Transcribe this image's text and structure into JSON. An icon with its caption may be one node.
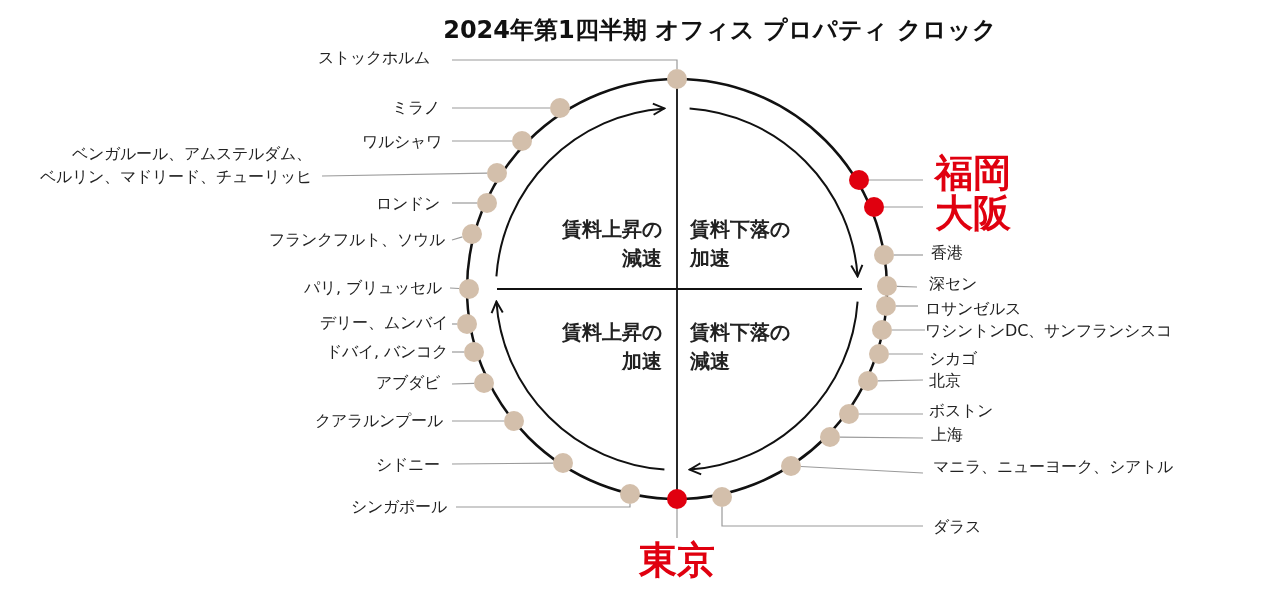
{
  "diagram": {
    "title": "2024年第1四半期 オフィス プロパティ クロック",
    "nodes": [
      {
        "text": [
          "ストックホルム"
        ]
      },
      {
        "text": [],
        "shape": "circle"
      },
      {
        "text": [
          "ミラノ"
        ]
      },
      {
        "text": [],
        "shape": "circle"
      },
      {
        "text": [
          "ワルシャワ"
        ]
      },
      {
        "text": [],
        "shape": "circle"
      },
      {
        "text": [
          "ベンガルール、アムステルダム、ベルリン、マドリード、チューリッヒ"
        ]
      },
      {
        "text": [],
        "shape": "circle"
      },
      {
        "text": [
          "ロンドン"
        ]
      },
      {
        "text": [],
        "shape": "circle"
      },
      {
        "text": [
          "フランクフルト、ソウル"
        ]
      },
      {
        "text": [],
        "shape": "circle"
      },
      {
        "text": [
          "パリ, ブリュッセル"
        ]
      },
      {
        "text": [],
        "shape": "circle"
      },
      {
        "text": [
          "デリー、ムンバイ"
        ]
      },
      {
        "text": [],
        "shape": "circle"
      },
      {
        "text": [
          "ドバイ, バンコク"
        ]
      },
      {
        "text": [],
        "shape": "circle"
      },
      {
        "text": [
          "アブダビ"
        ]
      },
      {
        "text": [],
        "shape": "circle"
      },
      {
        "text": [
          "クアラルンプール"
        ]
      },
      {
        "text": [],
        "shape": "circle"
      },
      {
        "text": [
          "シドニー"
        ]
      },
      {
        "text": [],
        "shape": "circle"
      },
      {
        "text": [
          "シンガポール"
        ]
      },
      {
        "text": [],
        "shape": "circle"
      },
      {
        "text": [
          "東京"
        ]
      },
      {
        "text": [],
        "shape": "circle"
      },
      {
        "text": [
          "福岡"
        ]
      },
      {
        "text": [],
        "shape": "circle"
      },
      {
        "text": [
          "大阪"
        ]
      },
      {
        "text": [],
        "shape": "circle"
      },
      {
        "text": [
          "香港"
        ]
      },
      {
        "text": [],
        "shape": "circle"
      },
      {
        "text": [
          "深セン"
        ]
      },
      {
        "text": [],
        "shape": "circle"
      },
      {
        "text": [
          "ロサンゼルス"
        ]
      },
      {
        "text": [],
        "shape": "circle"
      },
      {
        "text": [
          "ワシントンDC、サンフランシスコ"
        ]
      },
      {
        "text": [],
        "shape": "circle"
      },
      {
        "text": [
          "シカゴ"
        ]
      },
      {
        "text": [],
        "shape": "circle"
      },
      {
        "text": [
          "北京"
        ]
      },
      {
        "text": [],
        "shape": "circle"
      },
      {
        "text": [
          "ボストン"
        ]
      },
      {
        "text": [],
        "shape": "circle"
      },
      {
        "text": [
          "上海"
        ]
      },
      {
        "text": [],
        "shape": "circle"
      },
      {
        "text": [
          "マニラ、ニューヨーク、シアトル"
        ]
      },
      {
        "text": [],
        "shape": "circle"
      },
      {
        "text": [
          "ダラス"
        ]
      },
      {
        "text": [],
        "shape": "circle"
      }
    ],
    "edges": [
      {
        "from": 0,
        "to": 1,
        "arrow": "none"
      },
      {
        "from": 2,
        "to": 3,
        "arrow": "none"
      },
      {
        "from": 4,
        "to": 5,
        "arrow": "none"
      },
      {
        "from": 6,
        "to": 7,
        "arrow": "none"
      },
      {
        "from": 8,
        "to": 9,
        "arrow": "none"
      },
      {
        "from": 10,
        "to": 11,
        "arrow": "none"
      },
      {
        "from": 12,
        "to": 13,
        "arrow": "none"
      },
      {
        "from": 14,
        "to": 15,
        "arrow": "none"
      },
      {
        "from": 16,
        "to": 17,
        "arrow": "none"
      },
      {
        "from": 18,
        "to": 19,
        "arrow": "none"
      },
      {
        "from": 20,
        "to": 21,
        "arrow": "none"
      },
      {
        "from": 22,
        "to": 23,
        "arrow": "none"
      },
      {
        "from": 24,
        "to": 25,
        "arrow": "none"
      },
      {
        "from": 26,
        "to": 27,
        "arrow": "none"
      },
      {
        "from": 28,
        "to": 29,
        "arrow": "none"
      },
      {
        "from": 30,
        "to": 31,
        "arrow": "none"
      },
      {
        "from": 32,
        "to": 33,
        "arrow": "none"
      },
      {
        "from": 34,
        "to": 35,
        "arrow": "none"
      },
      {
        "from": 36,
        "to": 37,
        "arrow": "none"
      },
      {
        "from": 38,
        "to": 39,
        "arrow": "none"
      },
      {
        "from": 40,
        "to": 41,
        "arrow": "none"
      },
      {
        "from": 42,
        "to": 43,
        "arrow": "none"
      },
      {
        "from": 44,
        "to": 45,
        "arrow": "none"
      },
      {
        "from": 46,
        "to": 47,
        "arrow": "none"
      },
      {
        "from": 48,
        "to": 49,
        "arrow": "none"
      },
      {
        "from": 50,
        "to": 51,
        "arrow": "none"
      }
    ],
    "labels": [
      "賃料上昇の減速",
      "賃料下落の加速",
      "賃料上昇の加速",
      "賃料下落の減速"
    ]
  }
}
